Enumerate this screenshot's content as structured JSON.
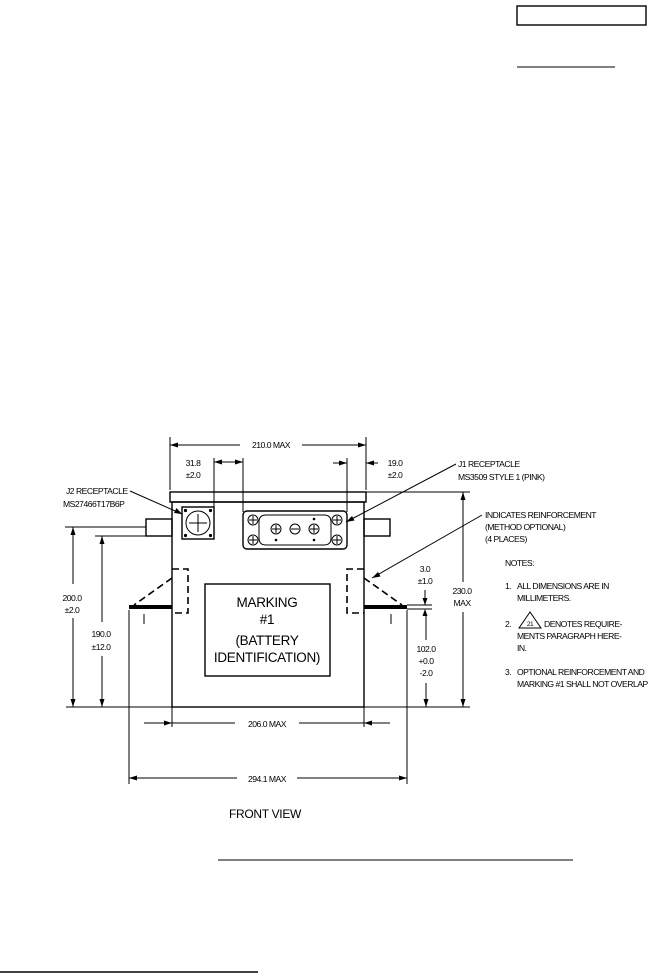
{
  "dimensions": {
    "width_max": "210.0 MAX",
    "left_offset": "31.8",
    "left_offset_tol": "±2.0",
    "right_offset": "19.0",
    "right_offset_tol": "±2.0",
    "height_200": "200.0",
    "height_200_tol": "±2.0",
    "height_190": "190.0",
    "height_190_tol": "±12.0",
    "height_max": "230.0",
    "height_max_unit": "MAX",
    "reinf_thickness": "3.0",
    "reinf_thickness_tol": "±1.0",
    "height_102": "102.0",
    "height_102_tol_plus": "+0.0",
    "height_102_tol_minus": "-2.0",
    "base_width": "206.0 MAX",
    "overall_width": "294.1 MAX"
  },
  "callouts": {
    "j2_line1": "J2 RECEPTACLE",
    "j2_line2": "MS27466T17B6P",
    "j1_line1": "J1 RECEPTACLE",
    "j1_line2": "MS3509 STYLE 1 (PINK)",
    "reinf_line1": "INDICATES REINFORCEMENT",
    "reinf_line2": "(METHOD OPTIONAL)",
    "reinf_line3": "(4 PLACES)"
  },
  "marking": {
    "line1": "MARKING",
    "line2": "#1",
    "line3": "(BATTERY",
    "line4": "IDENTIFICATION)"
  },
  "notes": {
    "title": "NOTES:",
    "n1_num": "1.",
    "n1_line1": "ALL DIMENSIONS ARE IN",
    "n1_line2": "MILLIMETERS.",
    "n2_num": "2.",
    "n2_symbol": "21",
    "n2_line1": "DENOTES REQUIRE-",
    "n2_line2": "MENTS PARAGRAPH HERE-",
    "n2_line3": "IN.",
    "n3_num": "3.",
    "n3_line1": "OPTIONAL REINFORCEMENT AND",
    "n3_line2": "MARKING #1 SHALL NOT OVERLAP"
  },
  "view_title": "FRONT VIEW"
}
